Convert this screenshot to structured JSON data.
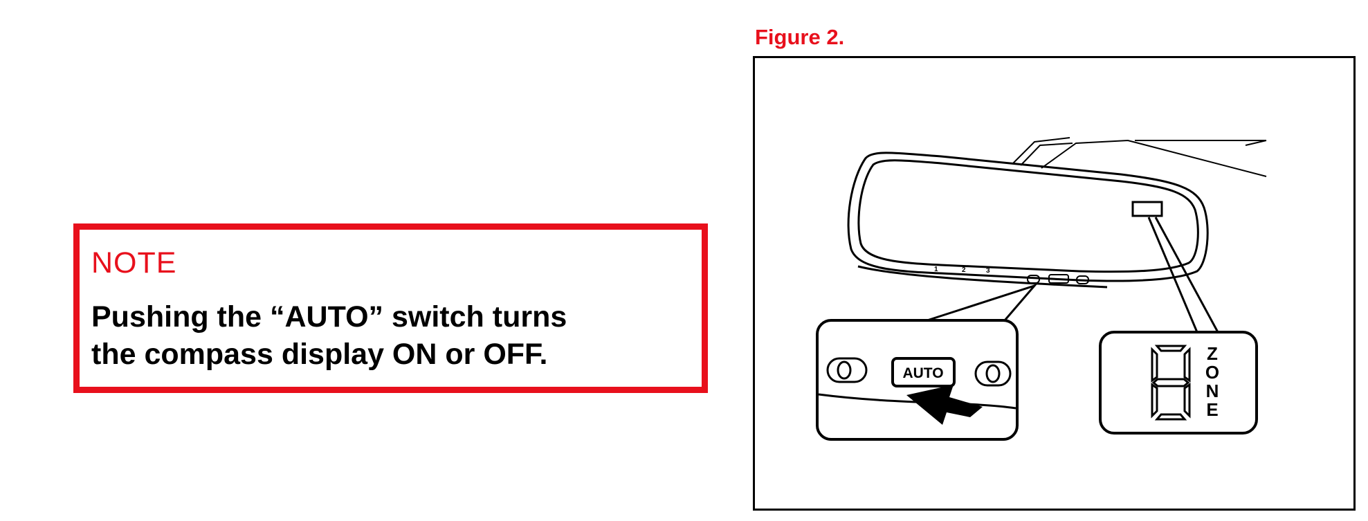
{
  "note": {
    "title": "NOTE",
    "line1": "Pushing the “AUTO” switch turns",
    "line2": "the compass display ON or OFF."
  },
  "figure": {
    "title": "Figure 2.",
    "mirror_button_numbers": [
      "1",
      "2",
      "3"
    ],
    "auto_button_label": "AUTO",
    "zone_digit": "8",
    "zone_label": [
      "Z",
      "O",
      "N",
      "E"
    ]
  },
  "colors": {
    "accent": "#e8101c",
    "ink": "#000000",
    "background": "#ffffff"
  },
  "icons": [
    "arrow-icon",
    "seven-segment-digit-icon"
  ]
}
